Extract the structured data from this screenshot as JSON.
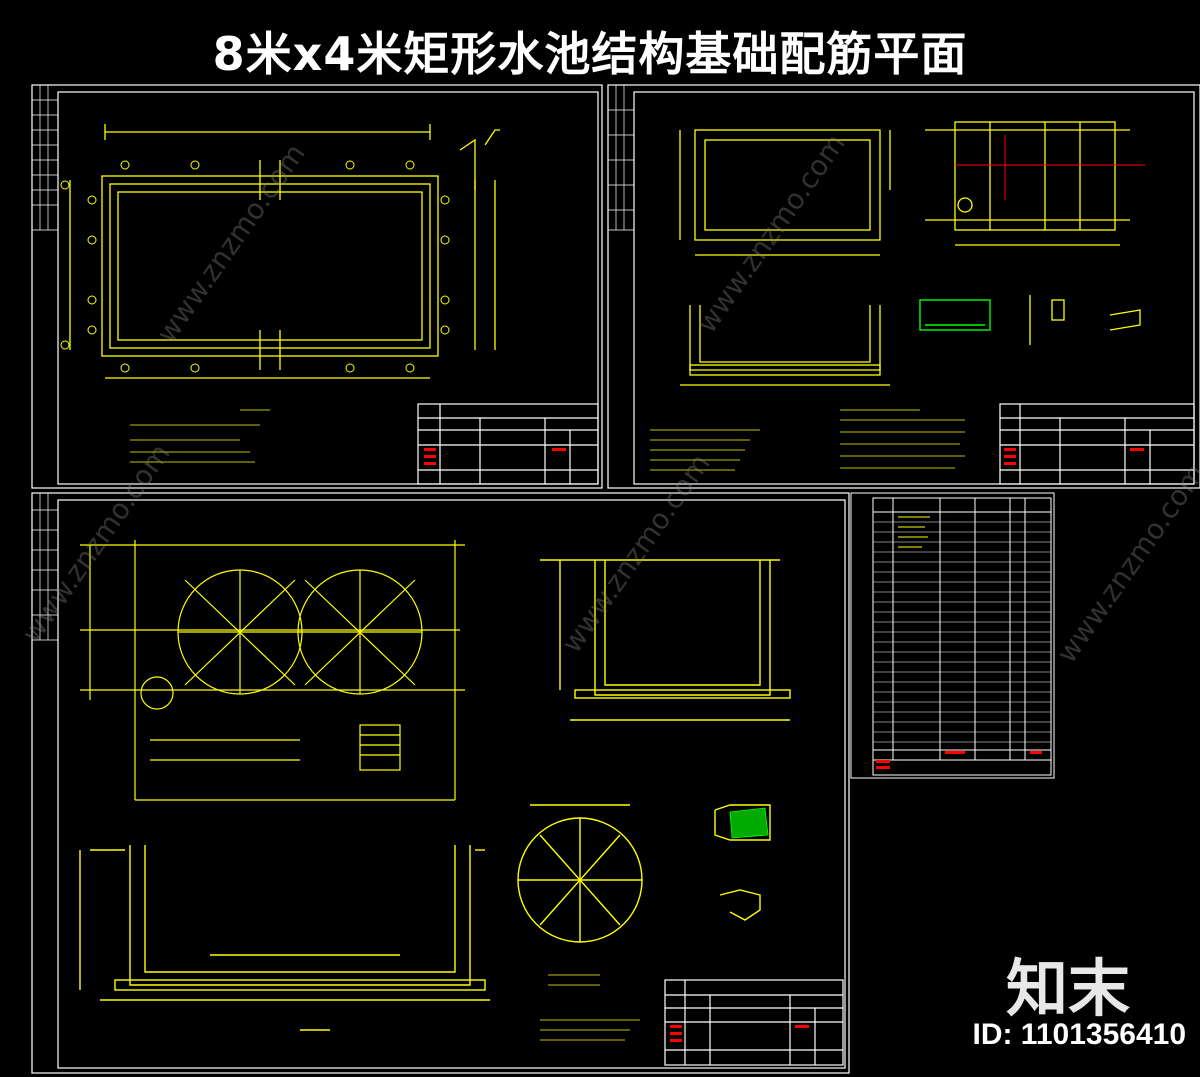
{
  "page": {
    "title": "8米x4米矩形水池结构基础配筋平面",
    "brand_logo": "知末",
    "id_label": "ID: 1101356410",
    "watermark": "www.znzmo.com"
  },
  "colors": {
    "background": "#000000",
    "frame": "#ffffff",
    "drawing": "#ffff00",
    "table_text": "#ff0000",
    "hatch": "#00ff00",
    "dim": "#ffffff"
  },
  "sheets": [
    {
      "name": "sheet-top-left",
      "content": "pool-plan"
    },
    {
      "name": "sheet-top-right",
      "content": "pool-sections"
    },
    {
      "name": "sheet-bottom",
      "content": "pool-foundation-sections"
    },
    {
      "name": "sheet-index",
      "content": "drawing-index-table"
    }
  ]
}
